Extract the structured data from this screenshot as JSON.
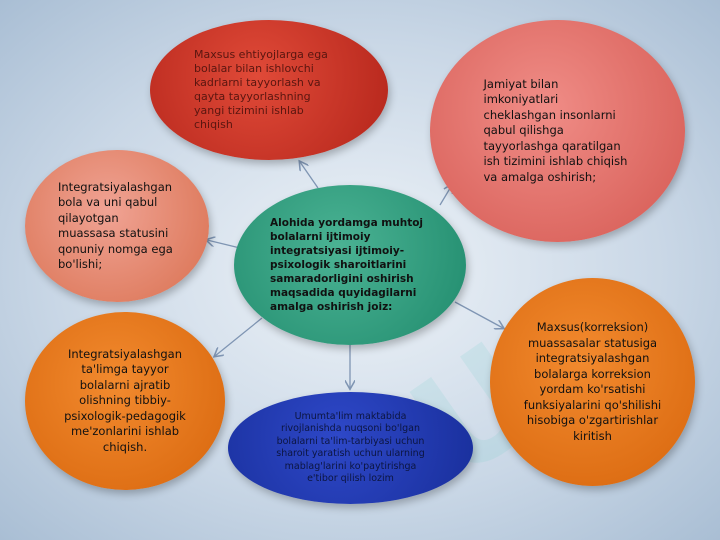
{
  "diagram": {
    "center": "Alohida yordamga muhtoj bolalarni ijtimoiy integratsiyasi ijtimoiy-psixologik sharoitlarini samaradorligini oshirish maqsadida quyidagilarni amalga oshirish joiz:",
    "top": "Maxsus ehtiyojlarga ega bolalar bilan ishlovchi kadrlarni tayyorlash va qayta tayyorlashning yangi tizimini ishlab chiqish",
    "top_right": "Jamiyat bilan imkoniyatlari cheklashgan insonlarni qabul qilishga tayyorlashga qaratilgan ish tizimini ishlab chiqish va amalga oshirish;",
    "left": "Integratsiyalashgan bola va uni qabul qilayotgan muassasa statusini qonuniy nomga ega bo'lishi;",
    "right": "Maxsus(korreksion) muassasalar statusiga integratsiyalashgan bolalarga korreksion yordam ko'rsatishi funksiyalarini qo'shilishi hisobiga o'zgartirishlar kiritish",
    "bottom_left": "Integratsiyalashgan ta'limga tayyor bolalarni ajratib olishning tibbiy-psixologik-pedagogik me'zonlarini ishlab chiqish.",
    "bottom": "Umumta'lim maktabida rivojlanishda nuqsoni bo'lgan bolalarni ta'lim-tarbiyasi uchun sharoit yaratish uchun ularning mablag'larini ko'paytirishga e'tibor qilish lozim"
  },
  "colors": {
    "center": "#2a9a7a",
    "top": "#c9322a",
    "top_right": "#e6716b",
    "left": "#e88a72",
    "right": "#e8771e",
    "bottom_left": "#e8771e",
    "bottom": "#2238b0",
    "arrow": "#7f95b3"
  }
}
